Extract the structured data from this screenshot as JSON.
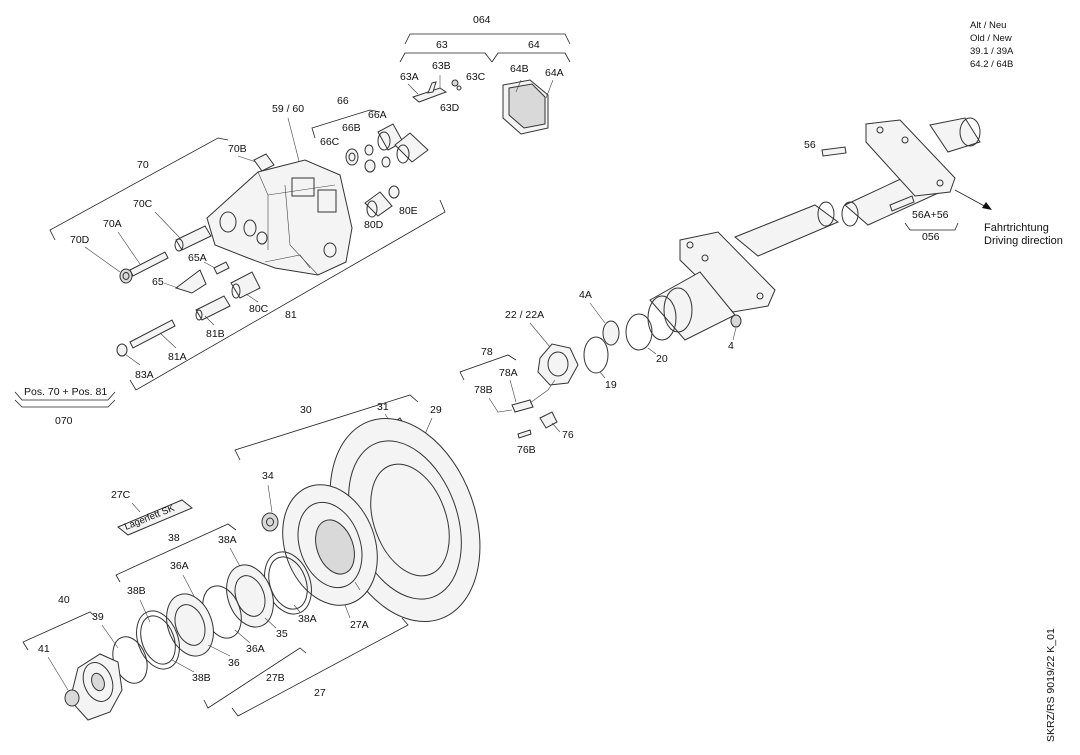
{
  "revision_note": {
    "line1": "Alt / Neu",
    "line2": "Old / New",
    "line3": "39.1 / 39A",
    "line4": "64.2 / 64B"
  },
  "direction": {
    "de": "Fahrtrichtung",
    "en": "Driving direction"
  },
  "drawing_id": "SKRZ/RS 9019/22 K_01",
  "groups": {
    "g064": "064",
    "g63": "63",
    "g64": "64",
    "g66": "66",
    "g70": "70",
    "g81": "81",
    "g070_caption": "Pos. 70 + Pos. 81",
    "g070": "070",
    "g30": "30",
    "g38": "38",
    "g40": "40",
    "g27": "27",
    "g78": "78",
    "g056": "056"
  },
  "labels": {
    "l63A": "63A",
    "l63B": "63B",
    "l63C": "63C",
    "l63D": "63D",
    "l64A": "64A",
    "l64B": "64B",
    "l59_60": "59 / 60",
    "l66A": "66A",
    "l66B": "66B",
    "l66C": "66C",
    "l70A": "70A",
    "l70B": "70B",
    "l70C": "70C",
    "l70D": "70D",
    "l65": "65",
    "l65A": "65A",
    "l80C": "80C",
    "l80D": "80D",
    "l80E": "80E",
    "l81A": "81A",
    "l81B": "81B",
    "l83A": "83A",
    "l56": "56",
    "l56A56": "56A+56",
    "l4": "4",
    "l4A": "4A",
    "l22": "22 / 22A",
    "l20": "20",
    "l19": "19",
    "l78A": "78A",
    "l78B": "78B",
    "l76": "76",
    "l76B": "76B",
    "l31": "31",
    "l29": "29",
    "l34": "34",
    "l27C": "27C",
    "l27A": "27A",
    "l27B": "27B",
    "l38A_top": "38A",
    "l38A_bot": "38A",
    "l38B_top": "38B",
    "l38B_bot": "38B",
    "l36A_top": "36A",
    "l36A_bot": "36A",
    "l36": "36",
    "l35": "35",
    "l39": "39",
    "l41": "41"
  },
  "grease_tube_text": "Lagerfett SK"
}
